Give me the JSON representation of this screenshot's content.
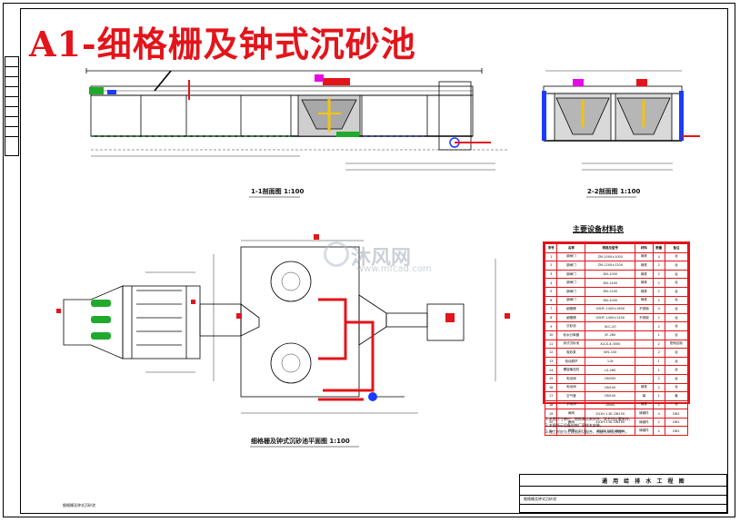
{
  "sheet": {
    "title": "A1-细格栅及钟式沉砂池",
    "title_color": "#e3141a",
    "accent_red": "#e3141a",
    "green": "#1faa2b",
    "blue": "#1b3cff",
    "magenta": "#e60ae6"
  },
  "views": {
    "section_1": "1-1剖面图 1:100",
    "section_2": "2-2剖面图 1:100",
    "plan": "细格栅及钟式沉砂池平面图 1:100"
  },
  "equipment_table": {
    "title": "主要设备材料表",
    "headers": [
      "序号",
      "名称",
      "规格及型号",
      "材料",
      "数量",
      "备注"
    ],
    "rows": [
      [
        "1",
        "钢闸门",
        "ZM-1000×1000",
        "铸铁",
        "4",
        "台"
      ],
      [
        "2",
        "钢闸门",
        "ZM-1200×1200",
        "铸铁",
        "2",
        "台"
      ],
      [
        "3",
        "钢闸门",
        "DN-1000",
        "铸铁",
        "2",
        "台"
      ],
      [
        "4",
        "钢闸门",
        "DN-1400",
        "铸铁",
        "2",
        "台"
      ],
      [
        "5",
        "钢闸门",
        "DN-1200",
        "铸铁",
        "2",
        "台"
      ],
      [
        "6",
        "钢闸门",
        "DN-1000",
        "铸铁",
        "2",
        "台"
      ],
      [
        "7",
        "细格栅",
        "GSHF-1400×1600",
        "不锈钢",
        "4",
        "台"
      ],
      [
        "8",
        "细格栅",
        "GSHF-1400×1400",
        "不锈钢",
        "2",
        "台"
      ],
      [
        "9",
        "沉砂池",
        "XLC-20",
        "",
        "2",
        "台"
      ],
      [
        "10",
        "砂水分离器",
        "SF-260",
        "",
        "1",
        "台"
      ],
      [
        "11",
        "钟式沉砂池",
        "XLCS-Ⅱ-3000",
        "",
        "2",
        "配电控制"
      ],
      [
        "12",
        "吸砂泵",
        "WQ-100",
        "",
        "2",
        "台"
      ],
      [
        "13",
        "电动葫芦",
        "1.0t",
        "",
        "1",
        "台"
      ],
      [
        "14",
        "螺旋输送机",
        "LS-260",
        "",
        "1",
        "台"
      ],
      [
        "15",
        "电动阀",
        "DN300",
        "",
        "2",
        "台"
      ],
      [
        "16",
        "电动阀",
        "DN100",
        "铸铁",
        "2",
        "台"
      ],
      [
        "17",
        "空气管",
        "DN100",
        "钢",
        "1",
        "套"
      ],
      [
        "18",
        "手动阀",
        "DN50",
        "铸铁",
        "2",
        "台"
      ],
      [
        "19",
        "闸阀",
        "Z41H-1.6C DN150",
        "铸钢件",
        "4",
        "DN1"
      ],
      [
        "20",
        "闸阀",
        "Z41H-1.6C DN100",
        "铸钢件",
        "2",
        "DN1"
      ],
      [
        "21",
        "闸阀",
        "Z41H-1.6C DN50",
        "铸钢件",
        "2",
        "DN1"
      ]
    ]
  },
  "notes": [
    "1.本图尺寸单位：除标高以米计外，其余均以毫米计。",
    "2.本图所示设备应按厂家样本安装。",
    "3.施工时应与土建图密切配合，预留孔洞及预埋件。"
  ],
  "title_block": {
    "name": "通 用 给 排 水 工 程 图",
    "drawing_name": "细格栅及钟式沉砂池"
  },
  "watermark": {
    "text": "沐风网",
    "url": "www.mfcad.com"
  }
}
